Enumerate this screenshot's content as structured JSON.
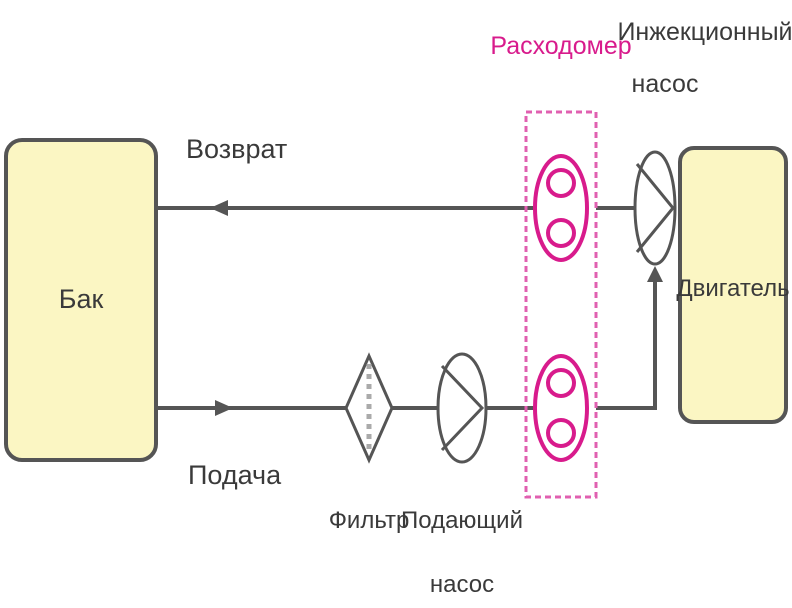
{
  "labels": {
    "tank": "Бак",
    "engine": "Двигатель",
    "return_line": "Возврат",
    "supply_line": "Подача",
    "flowmeter": "Расходомер",
    "injection_pump": [
      "Инжекционный",
      "насос"
    ],
    "filter": "Фильтр",
    "feed_pump": [
      "Подающий",
      "насос"
    ]
  },
  "colors": {
    "tank_fill": "#fbf6c3",
    "line": "#555555",
    "flowmeter_accent": "#d81b8c"
  },
  "icons": {
    "pump": "pump-icon",
    "filter": "filter-icon",
    "flowmeter": "flowmeter-icon"
  }
}
